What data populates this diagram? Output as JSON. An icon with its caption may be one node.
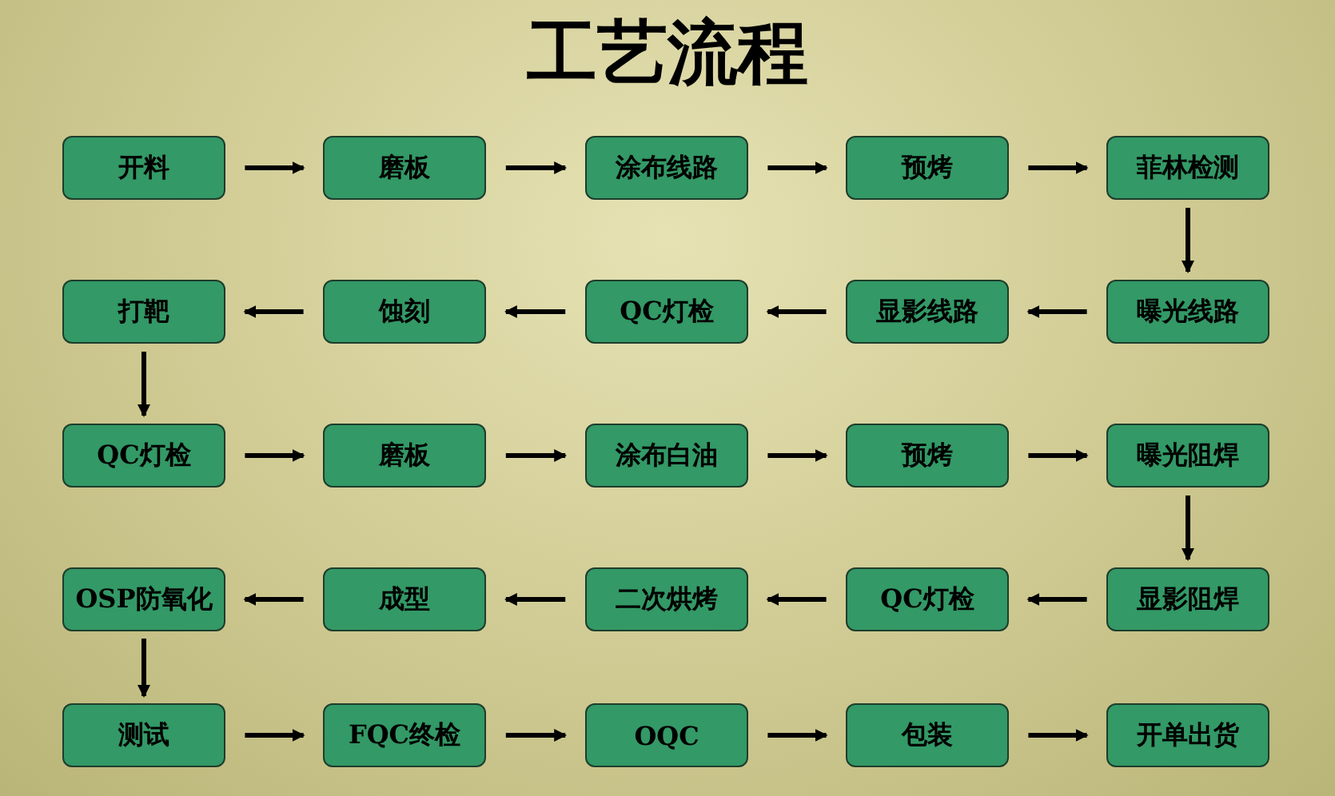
{
  "diagram": {
    "title": "工艺流程",
    "nodes": [
      {
        "text": [
          "开料"
        ]
      },
      {
        "text": [
          "磨板"
        ]
      },
      {
        "text": [
          "涂布线路"
        ]
      },
      {
        "text": [
          "预烤"
        ]
      },
      {
        "text": [
          "菲林检测"
        ]
      },
      {
        "text": [
          "曝光线路"
        ]
      },
      {
        "text": [
          "显影线路"
        ]
      },
      {
        "text": [
          "QC灯检"
        ]
      },
      {
        "text": [
          "蚀刻"
        ]
      },
      {
        "text": [
          "打靶"
        ]
      },
      {
        "text": [
          "QC灯检"
        ]
      },
      {
        "text": [
          "磨板"
        ]
      },
      {
        "text": [
          "涂布白油"
        ]
      },
      {
        "text": [
          "预烤"
        ]
      },
      {
        "text": [
          "曝光阻焊"
        ]
      },
      {
        "text": [
          "显影阻焊"
        ]
      },
      {
        "text": [
          "QC灯检"
        ]
      },
      {
        "text": [
          "二次烘烤"
        ]
      },
      {
        "text": [
          "成型"
        ]
      },
      {
        "text": [
          "OSP防氧化"
        ]
      },
      {
        "text": [
          "测试"
        ]
      },
      {
        "text": [
          "FQC终检"
        ]
      },
      {
        "text": [
          "OQC"
        ]
      },
      {
        "text": [
          "包装"
        ]
      },
      {
        "text": [
          "开单出货"
        ]
      }
    ],
    "edges": [
      {
        "from": 0,
        "to": 1,
        "arrow": "to"
      },
      {
        "from": 1,
        "to": 2,
        "arrow": "to"
      },
      {
        "from": 2,
        "to": 3,
        "arrow": "to"
      },
      {
        "from": 3,
        "to": 4,
        "arrow": "to"
      },
      {
        "from": 4,
        "to": 5,
        "arrow": "to"
      },
      {
        "from": 5,
        "to": 6,
        "arrow": "to"
      },
      {
        "from": 6,
        "to": 7,
        "arrow": "to"
      },
      {
        "from": 7,
        "to": 8,
        "arrow": "to"
      },
      {
        "from": 8,
        "to": 9,
        "arrow": "to"
      },
      {
        "from": 9,
        "to": 10,
        "arrow": "to"
      },
      {
        "from": 10,
        "to": 11,
        "arrow": "to"
      },
      {
        "from": 11,
        "to": 12,
        "arrow": "to"
      },
      {
        "from": 12,
        "to": 13,
        "arrow": "to"
      },
      {
        "from": 13,
        "to": 14,
        "arrow": "to"
      },
      {
        "from": 14,
        "to": 15,
        "arrow": "to"
      },
      {
        "from": 15,
        "to": 16,
        "arrow": "to"
      },
      {
        "from": 16,
        "to": 17,
        "arrow": "to"
      },
      {
        "from": 17,
        "to": 18,
        "arrow": "to"
      },
      {
        "from": 18,
        "to": 19,
        "arrow": "to"
      },
      {
        "from": 19,
        "to": 20,
        "arrow": "to"
      },
      {
        "from": 20,
        "to": 21,
        "arrow": "to"
      },
      {
        "from": 21,
        "to": 22,
        "arrow": "to"
      },
      {
        "from": 22,
        "to": 23,
        "arrow": "to"
      },
      {
        "from": 23,
        "to": 24,
        "arrow": "to"
      }
    ]
  }
}
